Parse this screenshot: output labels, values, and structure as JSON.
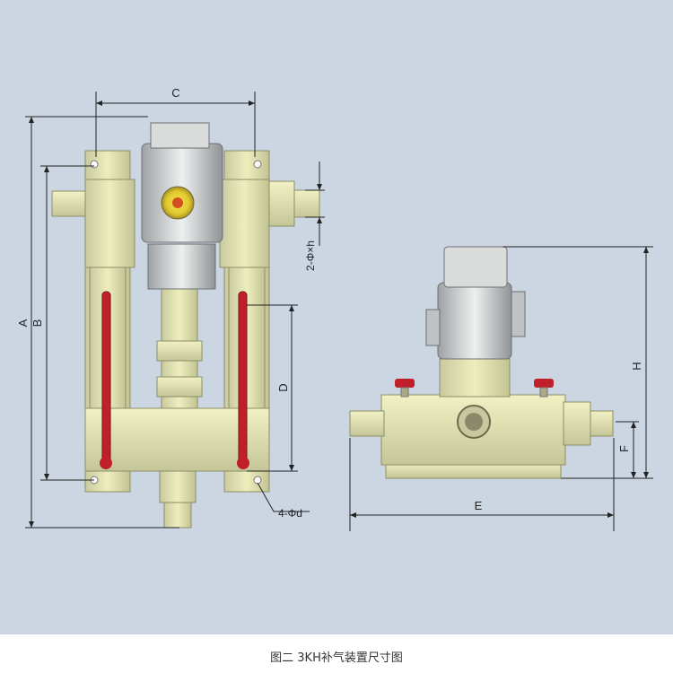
{
  "caption": "图二 3KH补气装置尺寸图",
  "dimension_labels": {
    "A": "A",
    "B": "B",
    "C": "C",
    "D": "D",
    "E": "E",
    "F": "F",
    "H": "H",
    "pipe_thread": "2-Φ×h",
    "mount_holes": "4-Φd"
  },
  "colors": {
    "background": "#ccd6e2",
    "body": "#e8e8b0",
    "body_dark": "#bfc08a",
    "motor": "#d6d8d8",
    "handle": "#c0202a",
    "dim_line": "#222222"
  }
}
